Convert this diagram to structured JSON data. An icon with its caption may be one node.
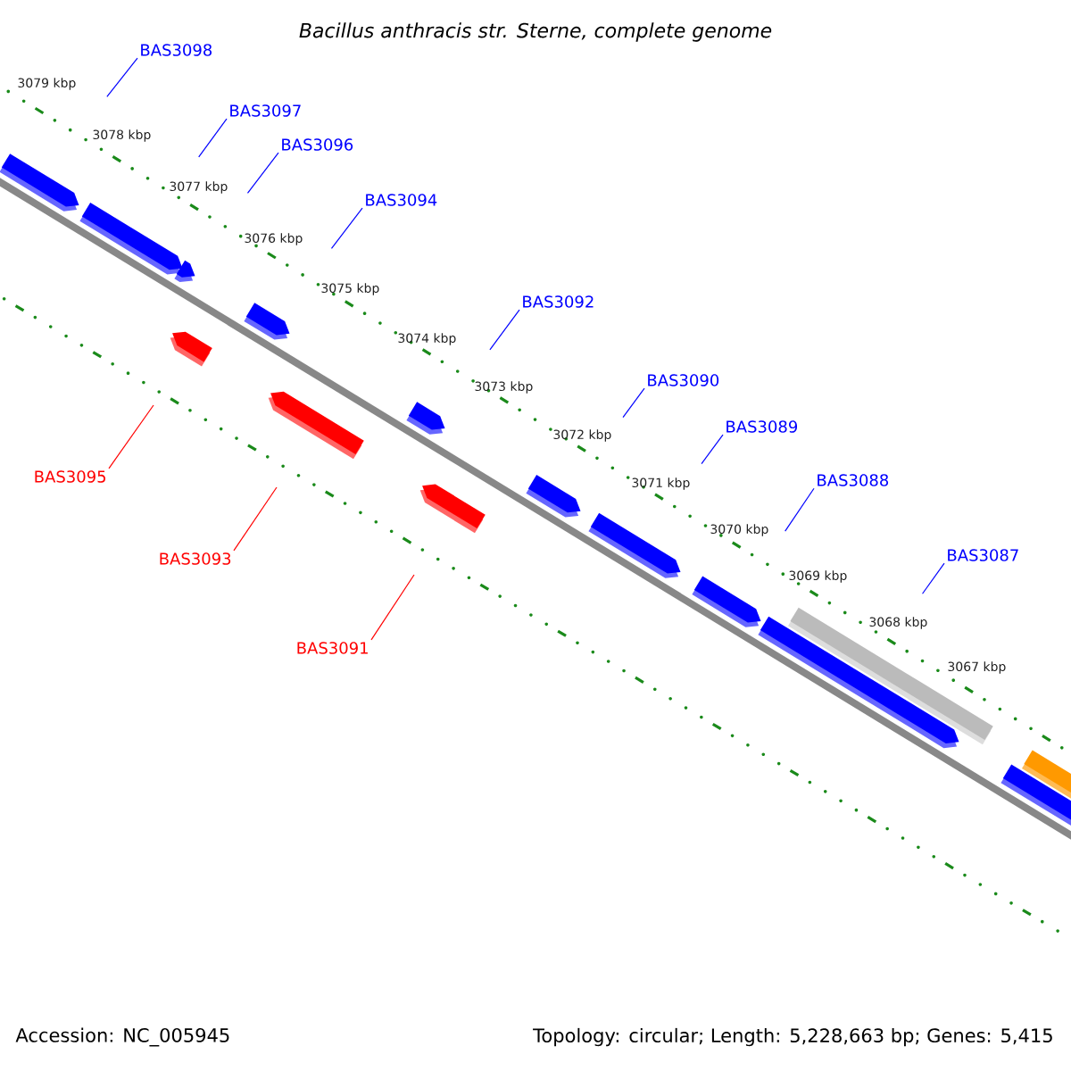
{
  "diagram": {
    "title": "Bacillus anthracis str. Sterne, complete genome",
    "nodes": [
      {
        "text": [
          "BAS3098"
        ]
      },
      {
        "text": [
          "BAS3097"
        ]
      },
      {
        "text": [
          "BAS3096"
        ]
      },
      {
        "text": [
          "BAS3094"
        ]
      },
      {
        "text": [
          "BAS3095"
        ]
      },
      {
        "text": [
          "BAS3092"
        ]
      },
      {
        "text": [
          "BAS3093"
        ]
      },
      {
        "text": [
          "BAS3090"
        ]
      },
      {
        "text": [
          "BAS3091"
        ]
      },
      {
        "text": [
          "BAS3089"
        ]
      },
      {
        "text": [
          "BAS3088"
        ]
      },
      {
        "text": [
          "BAS3087"
        ]
      }
    ],
    "edges": [
      {
        "from": 0,
        "to": null,
        "arrow": "none"
      },
      {
        "from": 1,
        "to": null,
        "arrow": "none"
      },
      {
        "from": 2,
        "to": null,
        "arrow": "none"
      },
      {
        "from": 3,
        "to": null,
        "arrow": "none"
      },
      {
        "from": 4,
        "to": null,
        "arrow": "none",
        "color": "#ff0000"
      },
      {
        "from": 5,
        "to": null,
        "arrow": "none"
      },
      {
        "from": 6,
        "to": null,
        "arrow": "none",
        "color": "#ff0000"
      },
      {
        "from": 7,
        "to": null,
        "arrow": "none"
      },
      {
        "from": 8,
        "to": null,
        "arrow": "none",
        "color": "#ff0000"
      },
      {
        "from": 9,
        "to": null,
        "arrow": "none"
      },
      {
        "from": 10,
        "to": null,
        "arrow": "none"
      },
      {
        "from": 11,
        "to": null,
        "arrow": "none"
      }
    ],
    "labels": [
      "3079 kbp",
      "3078 kbp",
      "3077 kbp",
      "3076 kbp",
      "3075 kbp",
      "3074 kbp",
      "3073 kbp",
      "3072 kbp",
      "3071 kbp",
      "3070 kbp",
      "3069 kbp",
      "3068 kbp",
      "3067 kbp",
      "Accession: NC_005945",
      "Topology: circular; Length: 5,228,663 bp; Genes: 5,415"
    ]
  }
}
